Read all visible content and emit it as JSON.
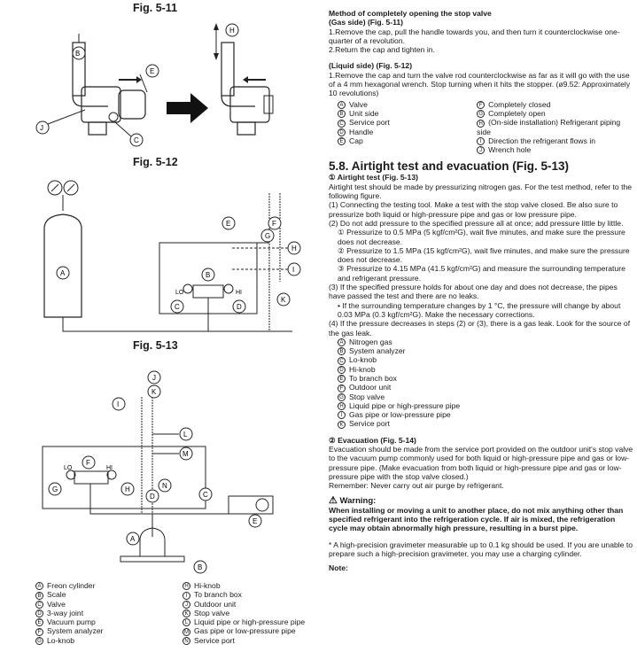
{
  "fig511": {
    "title": "Fig. 5-11",
    "labels": {
      "B": "Ⓑ",
      "E": "Ⓔ",
      "H": "Ⓗ",
      "J": "Ⓙ",
      "C": "Ⓒ"
    }
  },
  "fig512": {
    "title": "Fig. 5-12",
    "labels": {
      "A": "Ⓐ",
      "B": "Ⓑ",
      "C": "Ⓒ",
      "D": "Ⓓ",
      "E": "Ⓔ",
      "F": "Ⓕ",
      "G": "Ⓖ",
      "H": "Ⓗ",
      "I": "Ⓘ",
      "K": "Ⓚ",
      "LO": "LO",
      "HI": "HI"
    }
  },
  "fig513": {
    "title": "Fig. 5-13",
    "labels": {
      "A": "Ⓐ",
      "B": "Ⓑ",
      "C": "Ⓒ",
      "D": "Ⓓ",
      "E": "Ⓔ",
      "F": "Ⓕ",
      "G": "Ⓖ",
      "H": "Ⓗ",
      "I": "Ⓘ",
      "J": "Ⓙ",
      "K": "Ⓚ",
      "L": "Ⓛ",
      "M": "Ⓜ",
      "N": "Ⓝ",
      "LO": "LO",
      "HI": "HI"
    },
    "legend_left": [
      {
        "k": "A",
        "t": "Freon cylinder"
      },
      {
        "k": "B",
        "t": "Scale"
      },
      {
        "k": "C",
        "t": "Valve"
      },
      {
        "k": "D",
        "t": "3-way joint"
      },
      {
        "k": "E",
        "t": "Vacuum pump"
      },
      {
        "k": "F",
        "t": "System analyzer"
      },
      {
        "k": "G",
        "t": "Lo-knob"
      }
    ],
    "legend_right": [
      {
        "k": "H",
        "t": "Hi-knob"
      },
      {
        "k": "I",
        "t": "To branch box"
      },
      {
        "k": "J",
        "t": "Outdoor unit"
      },
      {
        "k": "K",
        "t": "Stop valve"
      },
      {
        "k": "L",
        "t": "Liquid pipe or high-pressure pipe"
      },
      {
        "k": "M",
        "t": "Gas pipe or low-pressure pipe"
      },
      {
        "k": "N",
        "t": "Service port"
      }
    ]
  },
  "right": {
    "method_title": "Method of completely opening the stop valve",
    "gas_title": "(Gas side) (Fig. 5-11)",
    "gas1": "1.Remove the cap, pull the handle towards you, and then turn it counterclockwise one-quarter of a revolution.",
    "gas2": "2.Return the cap and tighten in.",
    "liquid_title": "(Liquid side) (Fig. 5-12)",
    "liquid1": "1.Remove the cap and turn the valve rod counterclockwise as far as it will go with the use of a 4 mm hexagonal wrench. Stop turning when it hits the stopper. (ø9.52: Approximately 10 revolutions)",
    "valve_legend_left": [
      {
        "k": "A",
        "t": "Valve"
      },
      {
        "k": "B",
        "t": "Unit side"
      },
      {
        "k": "C",
        "t": "Service port"
      },
      {
        "k": "D",
        "t": "Handle"
      },
      {
        "k": "E",
        "t": "Cap"
      }
    ],
    "valve_legend_right": [
      {
        "k": "F",
        "t": "Completely closed"
      },
      {
        "k": "G",
        "t": "Completely open"
      },
      {
        "k": "H",
        "t": "(On-side installation) Refrigerant piping side"
      },
      {
        "k": "I",
        "t": "Direction the refrigerant flows in"
      },
      {
        "k": "J",
        "t": "Wrench hole"
      }
    ],
    "section_title": "5.8. Airtight test and evacuation (Fig. 5-13)",
    "airtight_title": "① Airtight test (Fig. 5-13)",
    "airtight_intro": "Airtight test should be made by pressurizing nitrogen gas. For the test method, refer to the following figure.",
    "s1": "(1) Connecting the testing tool. Make a test with the stop valve closed. Be also sure to pressurize both liquid or high-pressure pipe and gas or low pressure pipe.",
    "s2": "(2) Do not add pressure to the specified pressure all at once; add pressure little by little.",
    "s2a": "① Pressurize to 0.5 MPa (5 kgf/cm²G), wait five minutes, and make sure the pressure does not decrease.",
    "s2b": "② Pressurize to 1.5 MPa (15 kgf/cm²G), wait five minutes, and make sure the pressure does not decrease.",
    "s2c": "③ Pressurize to 4.15 MPa (41.5 kgf/cm²G) and measure the surrounding temperature and refrigerant pressure.",
    "s3": "(3) If the specified pressure holds for about one day and does not decrease, the pipes have passed the test and there are no leaks.",
    "s3a": "• If the surrounding temperature changes by 1 °C, the pressure will change by about 0.03 MPa (0.3 kgf/cm²G). Make the necessary corrections.",
    "s4": "(4) If the pressure decreases in steps (2) or (3), there is a gas leak. Look for the source of the gas leak.",
    "air_legend": [
      {
        "k": "A",
        "t": "Nitrogen gas"
      },
      {
        "k": "B",
        "t": "System analyzer"
      },
      {
        "k": "C",
        "t": "Lo-knob"
      },
      {
        "k": "D",
        "t": "Hi-knob"
      },
      {
        "k": "E",
        "t": "To branch box"
      },
      {
        "k": "F",
        "t": "Outdoor unit"
      },
      {
        "k": "G",
        "t": "Stop valve"
      },
      {
        "k": "H",
        "t": "Liquid pipe or high-pressure pipe"
      },
      {
        "k": "I",
        "t": "Gas pipe or low-pressure pipe"
      },
      {
        "k": "K",
        "t": "Service port"
      }
    ],
    "evac_title": "② Evacuation (Fig. 5-14)",
    "evac_text": "Evacuation should be made from the service port provided on the outdoor unit's stop valve to the vacuum pump commonly used for both liquid or high-pressure pipe and gas or low-pressure pipe. (Make evacuation from both liquid or high-pressure pipe and gas or low-pressure pipe with the stop valve closed.)",
    "remember": "Remember: Never carry out air purge by refrigerant.",
    "warning_title": "Warning:",
    "warning_text": "When installing or moving a unit to another place, do not mix anything other than specified refrigerant into the refrigeration cycle. If air is mixed, the refrigeration cycle may obtain abnormally high pressure, resulting in a burst pipe.",
    "note_star": "* A high-precision gravimeter measurable up to 0.1 kg should be used. If you are unable to prepare such a high-precision gravimeter, you may use a charging cylinder.",
    "note_title": "Note:"
  }
}
